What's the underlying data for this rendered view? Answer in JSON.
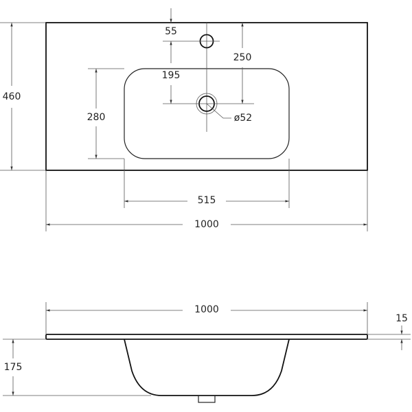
{
  "top_view": {
    "dims": {
      "depth": "460",
      "bowl_depth": "280",
      "tap_offset": "55",
      "tap_to_drain": "195",
      "edge_to_drain": "250",
      "drain_diameter": "ø52",
      "bowl_width": "515",
      "total_width": "1000"
    }
  },
  "side_view": {
    "dims": {
      "total_width": "1000",
      "slab_thickness": "15",
      "bowl_height": "175"
    }
  }
}
